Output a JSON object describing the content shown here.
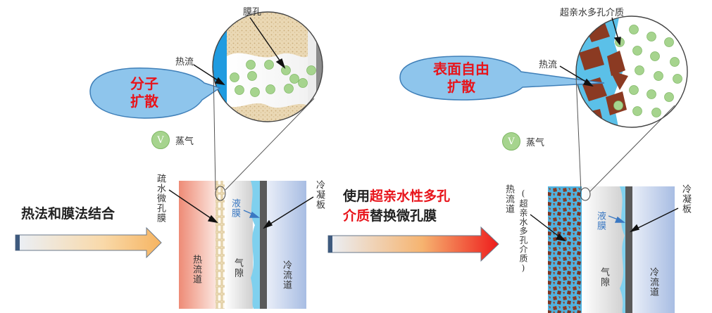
{
  "left": {
    "membrane_pore_label": "膜孔",
    "heat_flow_label": "热流",
    "callout_line1": "分子",
    "callout_line2": "扩散",
    "vapor_symbol": "V",
    "vapor_label": "蒸气",
    "hydrophobic_membrane_label": "疏水微孔膜",
    "condensing_plate_label": "冷凝板",
    "liquid_film_label": "液膜",
    "hot_channel_label": "热流道",
    "air_gap_label": "气隙",
    "cold_channel_label": "冷流道",
    "combination_text": "热法和膜法结合"
  },
  "middle": {
    "line1_prefix": "使用",
    "line1_highlight": "超亲水性多孔",
    "line2_highlight": "介质",
    "line2_suffix": "替换微孔膜"
  },
  "right": {
    "porous_medium_label": "超亲水多孔介质",
    "heat_flow_label": "热流",
    "callout_line1": "表面自由",
    "callout_line2": "扩散",
    "vapor_symbol": "V",
    "vapor_label": "蒸气",
    "hot_channel_label": "热流道",
    "porous_medium_paren_label": "(超亲水多孔介质)",
    "liquid_film_label": "液膜",
    "condensing_plate_label": "冷凝板",
    "air_gap_label": "气隙",
    "cold_channel_label": "冷流道"
  },
  "colors": {
    "callout_fill": "#8ec5ec",
    "callout_text": "#e8141b",
    "vapor_fill": "#a6d48e",
    "hot_channel": "#ee8e7a",
    "cold_channel": "#a9bee4",
    "water_film": "#5bc0e8",
    "porous_particle": "#8b3a22"
  }
}
